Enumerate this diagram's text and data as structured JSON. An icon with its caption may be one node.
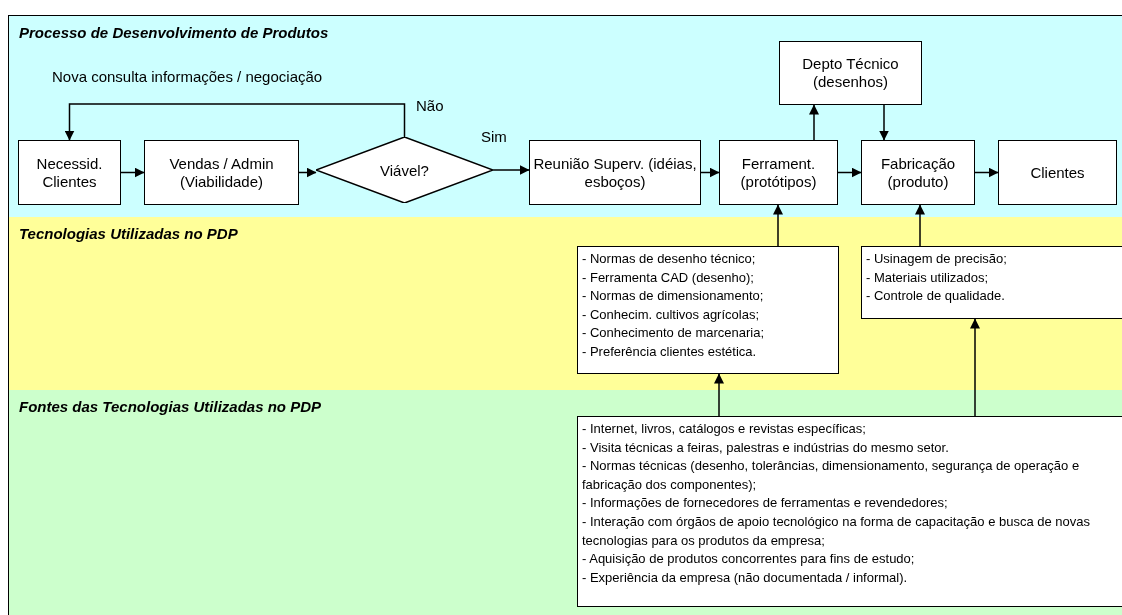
{
  "diagram": {
    "nodes": [
      {
        "text": [
          "Processo de Desenvolvimento de Produtos"
        ]
      },
      {
        "text": [
          "Necessid. Clientes"
        ],
        "in": 0
      },
      {
        "text": [
          "Vendas / Admin (Viabilidade)"
        ],
        "in": 0
      },
      {
        "text": [
          "Viável?"
        ],
        "in": 0
      },
      {
        "text": [
          "Reunião Superv. (idéias, esboços)"
        ],
        "in": 0
      },
      {
        "text": [
          "Ferrament. (protótipos)"
        ],
        "in": 0
      },
      {
        "text": [
          "Depto Técnico (desenhos)"
        ],
        "in": 0
      },
      {
        "text": [
          "Fabricação (produto)"
        ],
        "in": 0
      },
      {
        "text": [
          "Clientes"
        ],
        "in": 0
      },
      {
        "text": [
          "Tecnologias Utilizadas no PDP"
        ]
      },
      {
        "text": [
          "- Normas de desenho técnico;",
          "- Ferramenta CAD (desenho);",
          "- Normas de dimensionamento;",
          "- Conhecim. cultivos agrícolas;",
          "- Conhecimento de marcenaria;",
          "- Preferência clientes estética."
        ],
        "in": 9
      },
      {
        "text": [
          "- Usinagem de precisão;",
          "- Materiais utilizados;",
          "- Controle de qualidade."
        ],
        "in": 9
      },
      {
        "text": [
          "Fontes das Tecnologias Utilizadas no PDP"
        ]
      },
      {
        "text": [
          "- Internet, livros, catálogos e revistas específicas;",
          "- Visita técnicas a feiras, palestras e indústrias do mesmo setor.",
          "- Normas técnicas (desenho, tolerâncias, dimensionamento, segurança de operação e fabricação dos componentes);",
          "- Informações de fornecedores de ferramentas e revendedores;",
          "- Interação com órgãos de apoio tecnológico na forma de capacitação e busca de novas tecnologias para os produtos da empresa;",
          "- Aquisição de produtos concorrentes para fins de estudo;",
          "- Experiência da empresa (não documentada / informal)."
        ],
        "in": 12
      }
    ],
    "edges": [
      {
        "from": 1,
        "to": 2,
        "arrow": "to"
      },
      {
        "from": 2,
        "to": 3,
        "arrow": "to"
      },
      {
        "from": 3,
        "to": 1,
        "arrow": "to",
        "label": "Não"
      },
      {
        "from": 3,
        "to": 4,
        "arrow": "to",
        "label": "Sim"
      },
      {
        "from": 4,
        "to": 5,
        "arrow": "to"
      },
      {
        "from": 5,
        "to": 6,
        "arrow": "to"
      },
      {
        "from": 6,
        "to": 7,
        "arrow": "to"
      },
      {
        "from": 5,
        "to": 7,
        "arrow": "to"
      },
      {
        "from": 7,
        "to": 8,
        "arrow": "to"
      },
      {
        "from": 10,
        "to": 5,
        "arrow": "to"
      },
      {
        "from": 11,
        "to": 7,
        "arrow": "to"
      },
      {
        "from": 13,
        "to": 10,
        "arrow": "to"
      },
      {
        "from": 13,
        "to": 11,
        "arrow": "to"
      }
    ],
    "labels": [
      "Nova consulta informações / negociação"
    ]
  }
}
